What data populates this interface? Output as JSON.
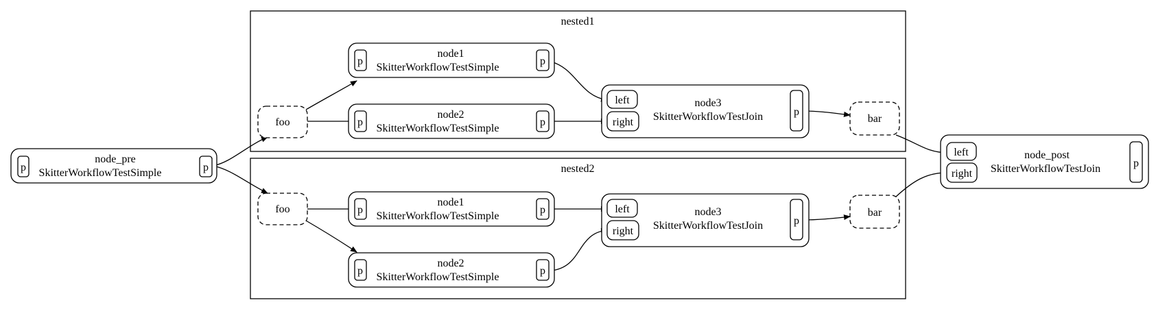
{
  "clusters": {
    "nested1": {
      "label": "nested1"
    },
    "nested2": {
      "label": "nested2"
    }
  },
  "nodes": {
    "node_pre": {
      "name": "node_pre",
      "type": "SkitterWorkflowTestSimple",
      "in_port": "p",
      "out_port": "p"
    },
    "node_post": {
      "name": "node_post",
      "type": "SkitterWorkflowTestJoin",
      "in_left": "left",
      "in_right": "right",
      "out_port": "p"
    },
    "n1_node1": {
      "name": "node1",
      "type": "SkitterWorkflowTestSimple",
      "in_port": "p",
      "out_port": "p"
    },
    "n1_node2": {
      "name": "node2",
      "type": "SkitterWorkflowTestSimple",
      "in_port": "p",
      "out_port": "p"
    },
    "n1_node3": {
      "name": "node3",
      "type": "SkitterWorkflowTestJoin",
      "in_left": "left",
      "in_right": "right",
      "out_port": "p"
    },
    "n1_foo": {
      "label": "foo"
    },
    "n1_bar": {
      "label": "bar"
    },
    "n2_node1": {
      "name": "node1",
      "type": "SkitterWorkflowTestSimple",
      "in_port": "p",
      "out_port": "p"
    },
    "n2_node2": {
      "name": "node2",
      "type": "SkitterWorkflowTestSimple",
      "in_port": "p",
      "out_port": "p"
    },
    "n2_node3": {
      "name": "node3",
      "type": "SkitterWorkflowTestJoin",
      "in_left": "left",
      "in_right": "right",
      "out_port": "p"
    },
    "n2_foo": {
      "label": "foo"
    },
    "n2_bar": {
      "label": "bar"
    }
  },
  "colors": {
    "stroke": "#000000",
    "background": "#ffffff"
  }
}
